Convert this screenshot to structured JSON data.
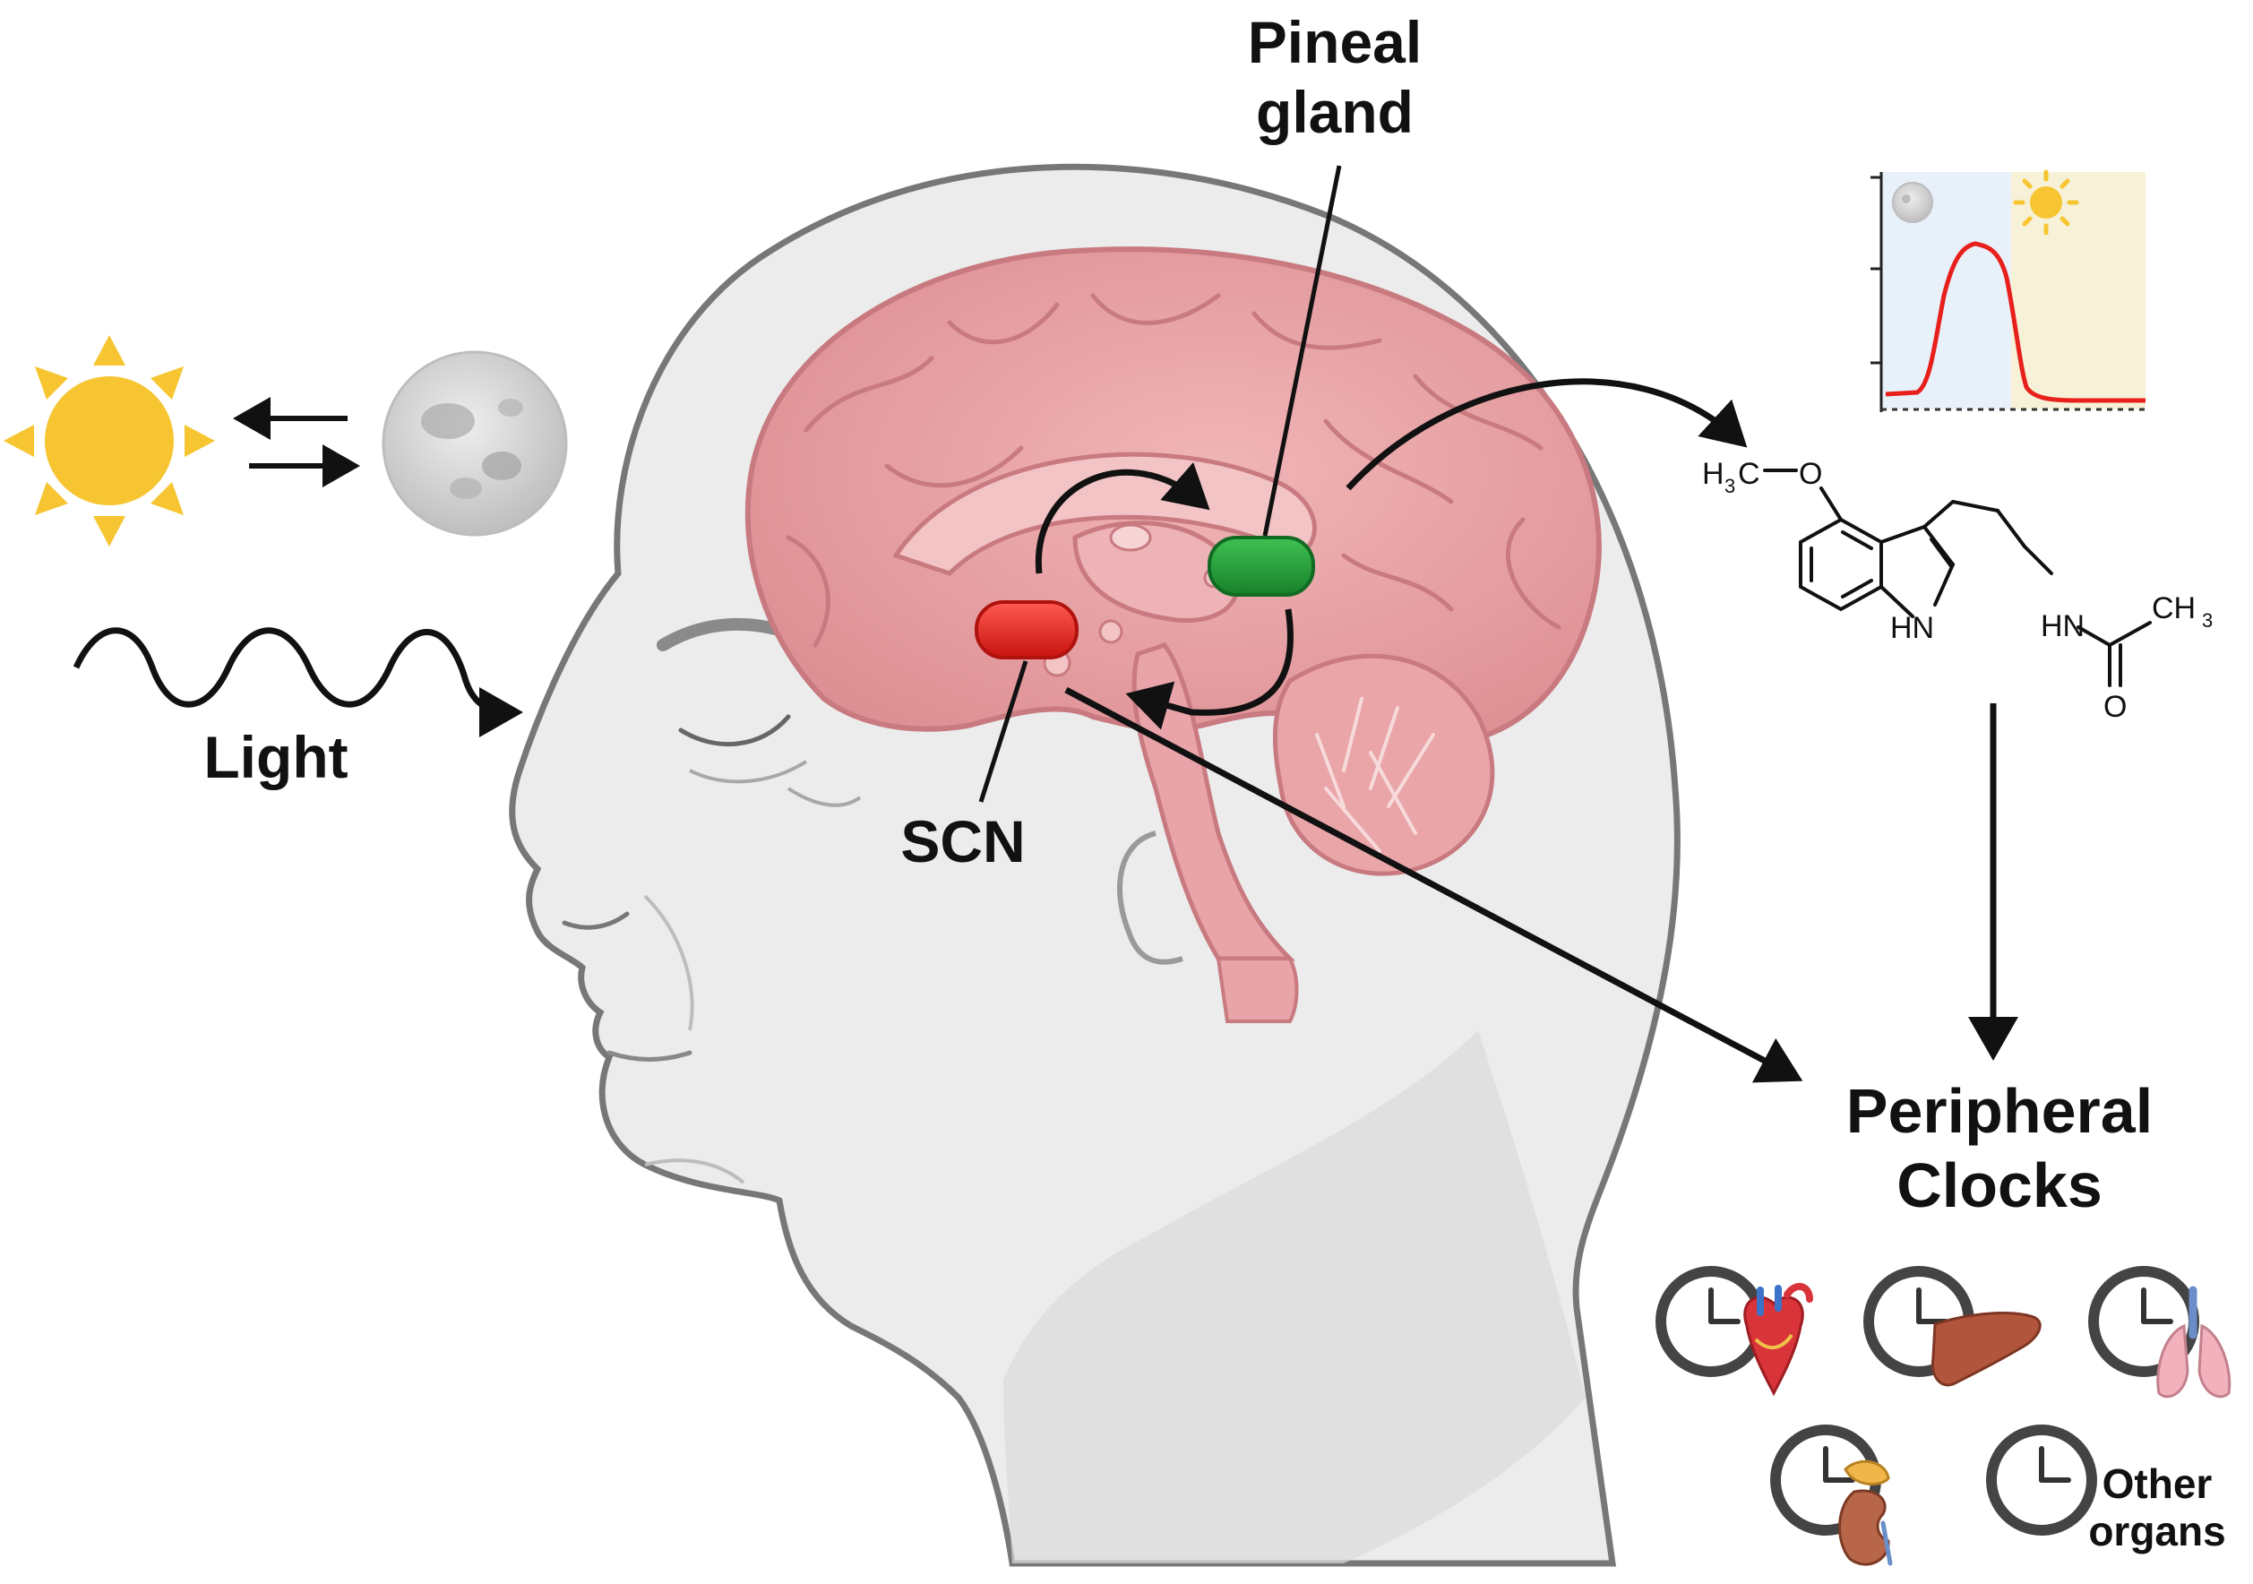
{
  "labels": {
    "pineal_line1": "Pineal",
    "pineal_line2": "gland",
    "light": "Light",
    "scn": "SCN",
    "peripheral_line1": "Peripheral",
    "peripheral_line2": "Clocks",
    "other_line1": "Other",
    "other_line2": "organs"
  },
  "molecule": {
    "methoxy_h": "H",
    "methoxy_3": "3",
    "methoxy_c": "C",
    "oxygen": "O",
    "indole_nh": "HN",
    "amide_nh": "HN",
    "methyl_ch": "CH",
    "methyl_3": "3",
    "carbonyl_o": "O"
  },
  "organ_clocks": [
    {
      "organ": "heart",
      "icon": "heart-icon"
    },
    {
      "organ": "liver",
      "icon": "liver-icon"
    },
    {
      "organ": "lungs",
      "icon": "lungs-icon"
    },
    {
      "organ": "kidney",
      "icon": "kidney-icon"
    },
    {
      "organ": "other",
      "icon": "clock-icon"
    }
  ],
  "colors": {
    "scn": "#e8201c",
    "pineal_gland": "#1f9a36",
    "brain": "#e9a3a6",
    "head": "#ececec",
    "melatonin_curve": "#e8201c",
    "night_band": "#e8f0fa",
    "day_band": "#f7f1d8",
    "sun": "#f6c531"
  }
}
